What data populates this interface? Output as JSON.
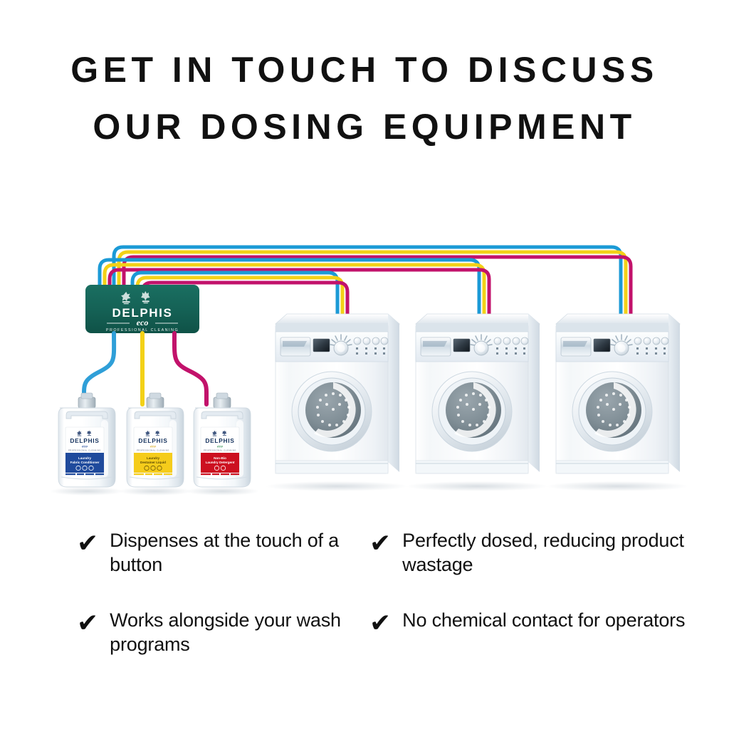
{
  "heading": {
    "line1": "GET IN TOUCH TO DISCUSS",
    "line2": "OUR DOSING EQUIPMENT"
  },
  "brand": {
    "name": "DELPHIS",
    "sub": "eco",
    "tagline": "PROFESSIONAL CLEANING",
    "unit_color": "#166156"
  },
  "dosing_unit": {
    "label": "dosing-unit",
    "brand_name": "DELPHIS",
    "brand_sub": "eco",
    "brand_tagline": "PROFESSIONAL CLEANING"
  },
  "tubes": {
    "colors": [
      "#1b9ad6",
      "#f3d117",
      "#c2126b"
    ],
    "names": [
      "fabric-conditioner-tube",
      "destainer-tube",
      "detergent-tube"
    ]
  },
  "bottles": [
    {
      "name": "laundry-fabric-conditioner",
      "product_line1": "Laundry",
      "product_line2": "Fabric Conditioner",
      "accent": "#1f4a9c",
      "tube_color": "#1b9ad6",
      "brand_name": "DELPHIS",
      "brand_sub": "eco",
      "brand_tagline": "PROFESSIONAL CLEANING"
    },
    {
      "name": "laundry-destainer-liquid",
      "product_line1": "Laundry",
      "product_line2": "Destainer Liquid",
      "accent": "#f5cc1b",
      "tube_color": "#f3d117",
      "brand_name": "DELPHIS",
      "brand_sub": "eco",
      "brand_tagline": "PROFESSIONAL CLEANING"
    },
    {
      "name": "non-bio-laundry-detergent",
      "product_line1": "Non-Bio",
      "product_line2": "Laundry Detergent",
      "accent": "#cc1020",
      "tube_color": "#c2126b",
      "brand_name": "DELPHIS",
      "brand_sub": "eco",
      "brand_tagline": "PROFESSIONAL CLEANING"
    }
  ],
  "machines": [
    {
      "name": "washing-machine-1"
    },
    {
      "name": "washing-machine-2"
    },
    {
      "name": "washing-machine-3"
    }
  ],
  "bullets": [
    {
      "icon": "check-icon",
      "text": "Dispenses at the touch of a button"
    },
    {
      "icon": "check-icon",
      "text": "Perfectly dosed, reducing product wastage"
    },
    {
      "icon": "check-icon",
      "text": "Works alongside your wash programs"
    },
    {
      "icon": "check-icon",
      "text": "No chemical contact for operators"
    }
  ],
  "colors": {
    "background": "#ffffff",
    "text": "#111111",
    "cyan": "#1b9ad6",
    "yellow": "#f3d117",
    "magenta": "#c2126b",
    "green": "#166156"
  }
}
